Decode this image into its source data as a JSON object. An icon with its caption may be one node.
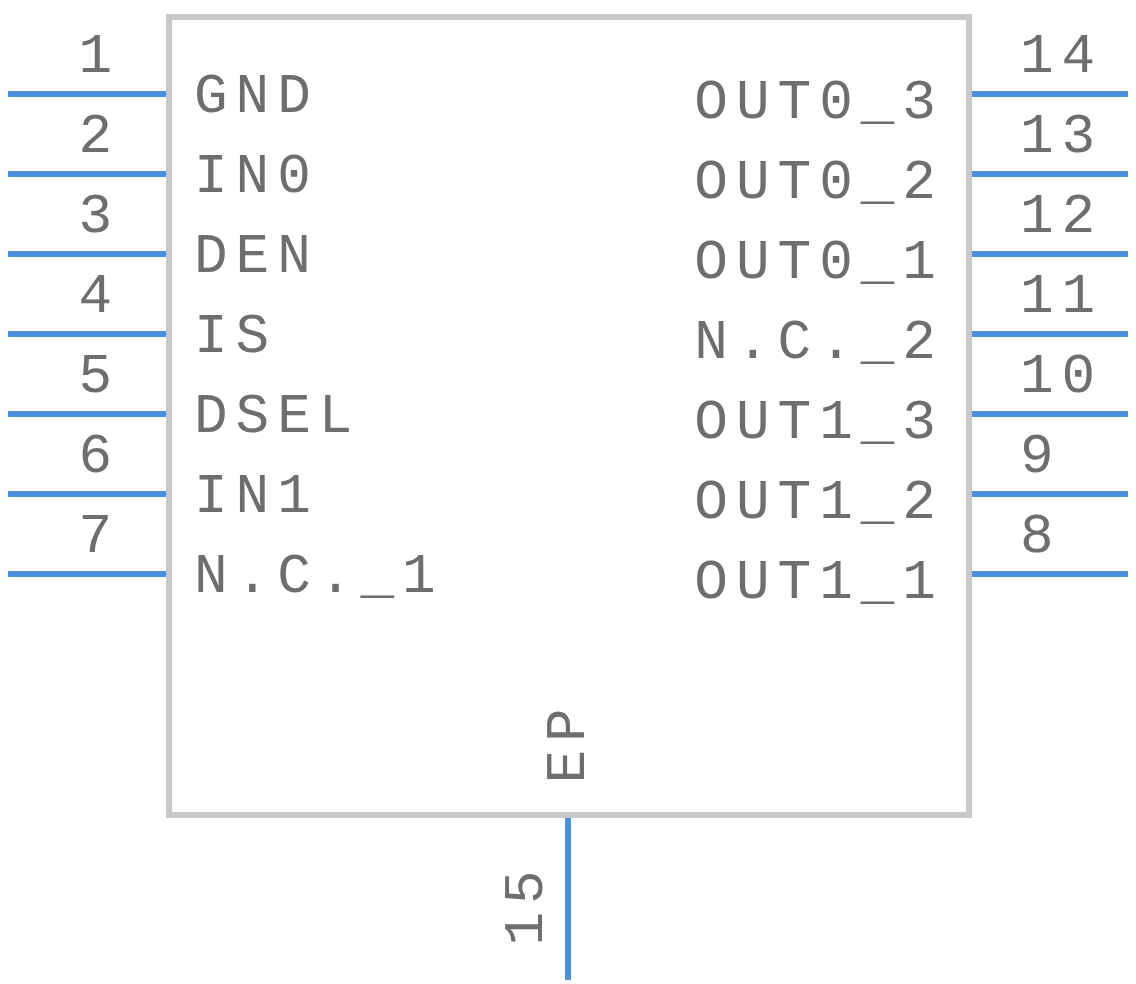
{
  "diagram": {
    "nodes": [
      {
        "text": [],
        "shape": "box"
      }
    ],
    "labels": [
      "1",
      "GND",
      "OUT0_3",
      "14",
      "2",
      "IN0",
      "OUT0_2",
      "13",
      "3",
      "DEN",
      "OUT0_1",
      "12",
      "4",
      "IS",
      "N.C._2",
      "11",
      "5",
      "DSEL",
      "OUT1_3",
      "10",
      "6",
      "IN1",
      "OUT1_2",
      "9",
      "7",
      "N.C._1",
      "OUT1_1",
      "8",
      "EP",
      "15"
    ]
  }
}
